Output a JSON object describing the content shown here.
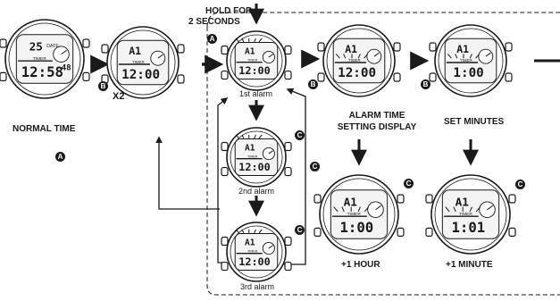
{
  "labels": {
    "hold_line1": "HOLD FOR",
    "hold_line2": "2 SECONDS",
    "x2": "X2",
    "normal_time": "NORMAL TIME",
    "alarm_1": "1st alarm",
    "alarm_2": "2nd alarm",
    "alarm_3": "3rd alarm",
    "alarm_setting_line1": "ALARM TIME",
    "alarm_setting_line2": "SETTING DISPLAY",
    "set_minutes": "SET MINUTES",
    "plus_hour": "+1 HOUR",
    "plus_minute": "+1 MINUTE"
  },
  "buttons": {
    "a": "A",
    "b": "B",
    "c": "C"
  },
  "watch_text": {
    "time_main": "12:58",
    "seconds": "48",
    "date": "25",
    "alarm_main": "12:00",
    "alarm_hour_plus": "1:00",
    "alarm_min_plus": "1:01",
    "alarm_label": "A1",
    "alarm_short": "A1",
    "timer": "TIMER",
    "date_tag": "DATE"
  },
  "colors": {
    "ink": "#1a1a1a",
    "paper": "#ffffff",
    "screen": "#f4f4f4"
  }
}
